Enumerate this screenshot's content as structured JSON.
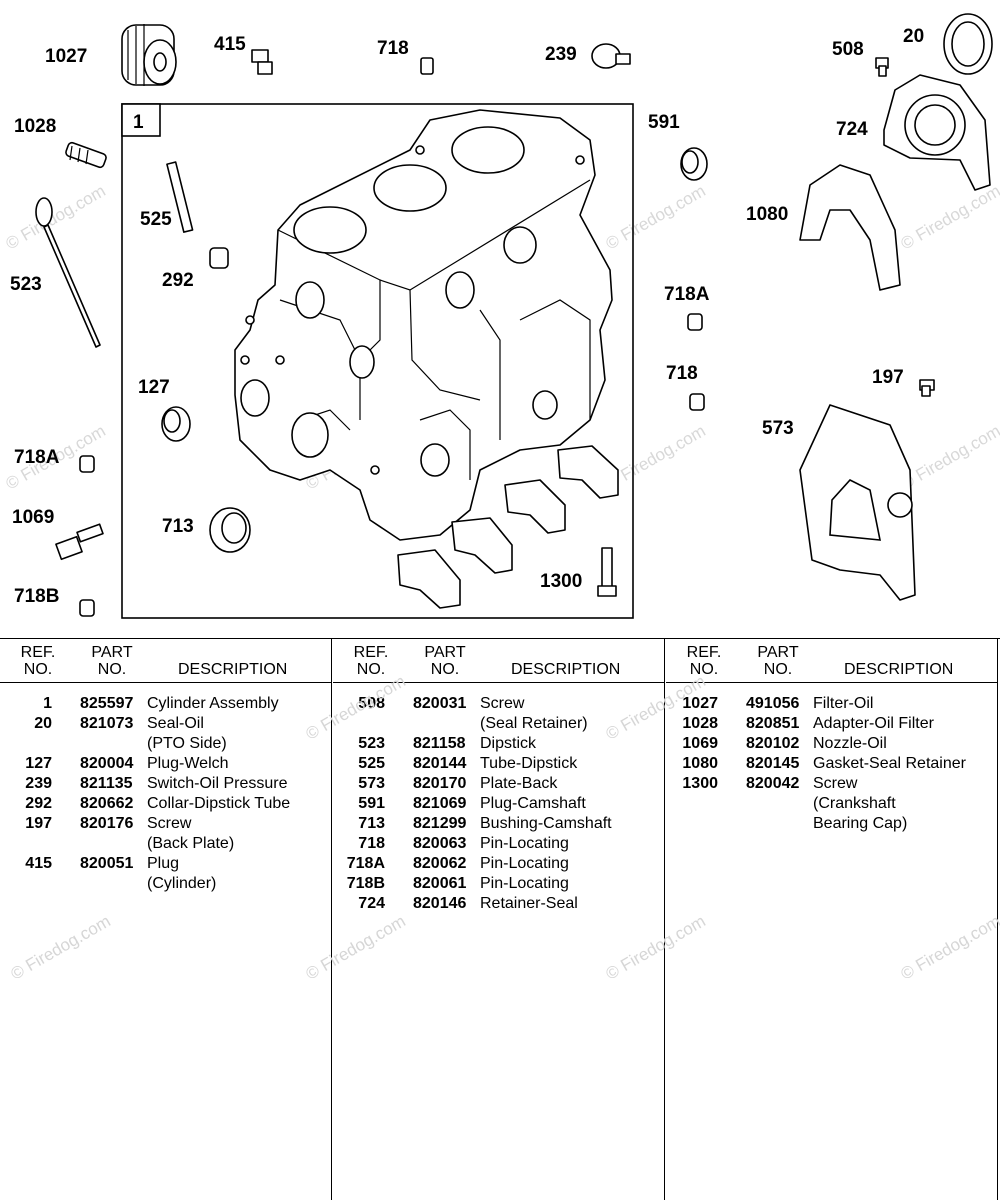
{
  "callouts": {
    "c1027": "1027",
    "c415": "415",
    "c718top": "718",
    "c239": "239",
    "c508": "508",
    "c20": "20",
    "c1028": "1028",
    "c1": "1",
    "c591": "591",
    "c724": "724",
    "c525": "525",
    "c1080": "1080",
    "c523": "523",
    "c292": "292",
    "c718A_r": "718A",
    "c718_r": "718",
    "c197": "197",
    "c127": "127",
    "c573": "573",
    "c718A_l": "718A",
    "c1069": "1069",
    "c713": "713",
    "c1300": "1300",
    "c718B": "718B"
  },
  "watermark": "© Firedog.com",
  "table": {
    "headers": {
      "ref": "REF.\nNO.",
      "part": "PART\nNO.",
      "desc": "DESCRIPTION"
    },
    "columns": [
      {
        "rows": [
          {
            "ref": "1",
            "part": "825597",
            "desc": "Cylinder Assembly"
          },
          {
            "ref": "20",
            "part": "821073",
            "desc": "Seal-Oil"
          },
          {
            "ref": "",
            "part": "",
            "desc": "(PTO Side)"
          },
          {
            "ref": "127",
            "part": "820004",
            "desc": "Plug-Welch"
          },
          {
            "ref": "239",
            "part": "821135",
            "desc": "Switch-Oil Pressure"
          },
          {
            "ref": "292",
            "part": "820662",
            "desc": "Collar-Dipstick Tube"
          },
          {
            "ref": "197",
            "part": "820176",
            "desc": "Screw"
          },
          {
            "ref": "",
            "part": "",
            "desc": "(Back Plate)"
          },
          {
            "ref": "415",
            "part": "820051",
            "desc": "Plug"
          },
          {
            "ref": "",
            "part": "",
            "desc": "(Cylinder)"
          }
        ]
      },
      {
        "rows": [
          {
            "ref": "508",
            "part": "820031",
            "desc": "Screw"
          },
          {
            "ref": "",
            "part": "",
            "desc": "(Seal Retainer)"
          },
          {
            "ref": "523",
            "part": "821158",
            "desc": "Dipstick"
          },
          {
            "ref": "525",
            "part": "820144",
            "desc": "Tube-Dipstick"
          },
          {
            "ref": "573",
            "part": "820170",
            "desc": "Plate-Back"
          },
          {
            "ref": "591",
            "part": "821069",
            "desc": "Plug-Camshaft"
          },
          {
            "ref": "713",
            "part": "821299",
            "desc": "Bushing-Camshaft"
          },
          {
            "ref": "718",
            "part": "820063",
            "desc": "Pin-Locating"
          },
          {
            "ref": "718A",
            "part": "820062",
            "desc": "Pin-Locating"
          },
          {
            "ref": "718B",
            "part": "820061",
            "desc": "Pin-Locating"
          },
          {
            "ref": "724",
            "part": "820146",
            "desc": "Retainer-Seal"
          }
        ]
      },
      {
        "rows": [
          {
            "ref": "1027",
            "part": "491056",
            "desc": "Filter-Oil"
          },
          {
            "ref": "1028",
            "part": "820851",
            "desc": "Adapter-Oil Filter"
          },
          {
            "ref": "1069",
            "part": "820102",
            "desc": "Nozzle-Oil"
          },
          {
            "ref": "1080",
            "part": "820145",
            "desc": "Gasket-Seal Retainer"
          },
          {
            "ref": "1300",
            "part": "820042",
            "desc": "Screw"
          },
          {
            "ref": "",
            "part": "",
            "desc": "(Crankshaft"
          },
          {
            "ref": "",
            "part": "",
            "desc": "Bearing Cap)"
          }
        ]
      }
    ]
  }
}
